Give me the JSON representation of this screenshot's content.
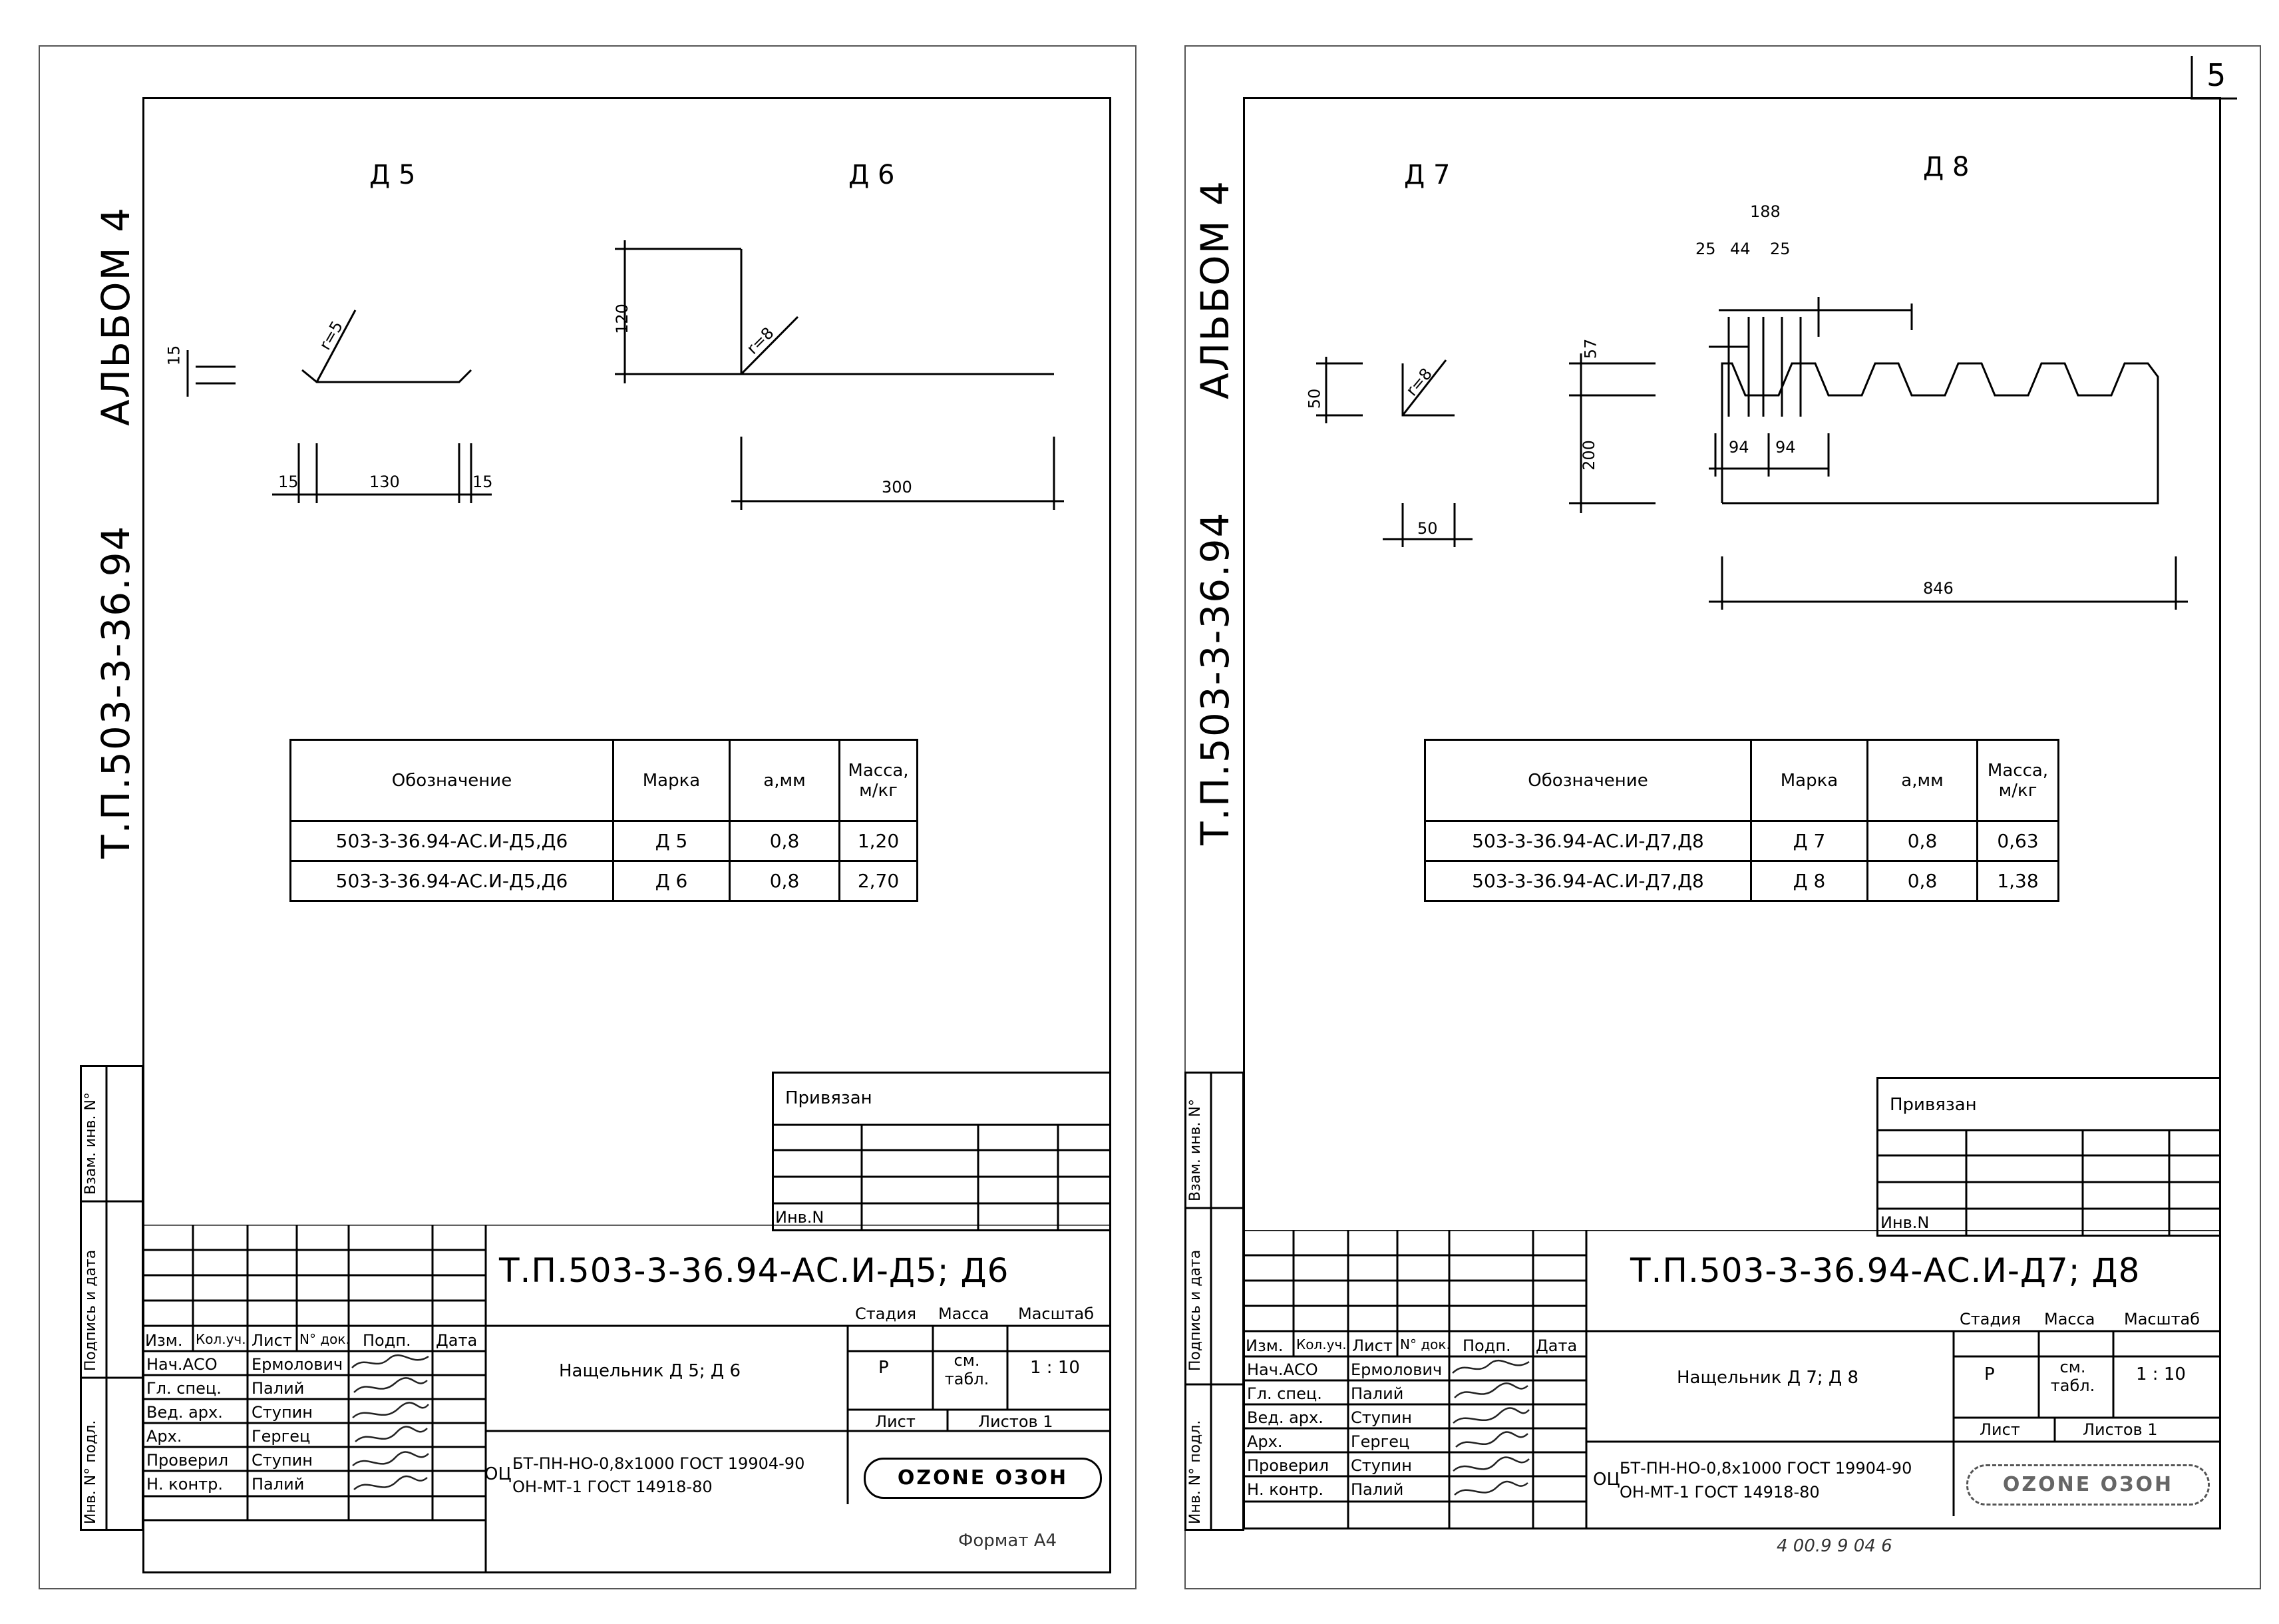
{
  "page_number": "5",
  "format": "Формат А4",
  "archive_code": "4 00.9 9 04 6",
  "left": {
    "album": "АЛЬБОМ 4",
    "project": "Т.П.503-3-36.94",
    "part1_title": "Д 5",
    "part2_title": "Д 6",
    "d5_dims": {
      "thickness": "15",
      "radius": "r=5",
      "w_left": "15",
      "w_mid": "130",
      "w_right": "15"
    },
    "d6_dims": {
      "height": "120",
      "radius": "r=8",
      "width": "300"
    },
    "table": {
      "headers": [
        "Обозначение",
        "Марка",
        "а,мм",
        "Масса, м/кг"
      ],
      "rows": [
        [
          "503-3-36.94-АС.И-Д5,Д6",
          "Д 5",
          "0,8",
          "1,20"
        ],
        [
          "503-3-36.94-АС.И-Д5,Д6",
          "Д 6",
          "0,8",
          "2,70"
        ]
      ]
    },
    "privyazan": "Привязан",
    "inv_n": "Инв.N",
    "side_labels": [
      "Инв. N° подл.",
      "Подпись и дата",
      "Взам. инв. N°"
    ],
    "stamp_code": "Т.П.503-3-36.94-АС.И-Д5; Д6",
    "header_cols": [
      "Изм.",
      "Кол.уч.",
      "Лист",
      "N° док.",
      "Подп.",
      "Дата"
    ],
    "people": [
      [
        "Нач.АСО",
        "Ермолович"
      ],
      [
        "Гл. спец.",
        "Палий"
      ],
      [
        "Вед. арх.",
        "Ступин"
      ],
      [
        "Арх.",
        "Гергец"
      ],
      [
        "Проверил",
        "Ступин"
      ],
      [
        "Н. контр.",
        "Палий"
      ]
    ],
    "name": "Нащельник Д 5; Д 6",
    "stage_headers": [
      "Стадия",
      "Масса",
      "Масштаб"
    ],
    "stage_values": [
      "Р",
      "см. табл.",
      "1 : 10"
    ],
    "sheet": "Лист",
    "sheets": "Листов 1",
    "material_prefix": "ОЦ",
    "material_lines": [
      "БТ-ПН-НО-0,8х1000 ГОСТ 19904-90",
      "ОН-МТ-1 ГОСТ 14918-80"
    ],
    "logo": "OZONE ОЗОН"
  },
  "right": {
    "album": "АЛЬБОМ 4",
    "project": "Т.П.503-3-36.94",
    "part1_title": "Д 7",
    "part2_title": "Д 8",
    "d7_dims": {
      "height": "50",
      "radius": "r=8",
      "width": "50"
    },
    "d8_dims": {
      "total_top": "188",
      "a": "25",
      "b": "44",
      "c": "25",
      "h1": "57",
      "h2": "200",
      "p1": "94",
      "p2": "94",
      "total": "846"
    },
    "table": {
      "headers": [
        "Обозначение",
        "Марка",
        "а,мм",
        "Масса, м/кг"
      ],
      "rows": [
        [
          "503-3-36.94-АС.И-Д7,Д8",
          "Д 7",
          "0,8",
          "0,63"
        ],
        [
          "503-3-36.94-АС.И-Д7,Д8",
          "Д 8",
          "0,8",
          "1,38"
        ]
      ]
    },
    "privyazan": "Привязан",
    "inv_n": "Инв.N",
    "side_labels": [
      "Инв. N° подл.",
      "Подпись и дата",
      "Взам. инв. N°"
    ],
    "stamp_code": "Т.П.503-3-36.94-АС.И-Д7; Д8",
    "header_cols": [
      "Изм.",
      "Кол.уч.",
      "Лист",
      "N° док.",
      "Подп.",
      "Дата"
    ],
    "people": [
      [
        "Нач.АСО",
        "Ермолович"
      ],
      [
        "Гл. спец.",
        "Палий"
      ],
      [
        "Вед. арх.",
        "Ступин"
      ],
      [
        "Арх.",
        "Гергец"
      ],
      [
        "Проверил",
        "Ступин"
      ],
      [
        "Н. контр.",
        "Палий"
      ]
    ],
    "name": "Нащельник Д 7; Д 8",
    "stage_headers": [
      "Стадия",
      "Масса",
      "Масштаб"
    ],
    "stage_values": [
      "Р",
      "см. табл.",
      "1 : 10"
    ],
    "sheet": "Лист",
    "sheets": "Листов 1",
    "material_prefix": "ОЦ",
    "material_lines": [
      "БТ-ПН-НО-0,8х1000 ГОСТ 19904-90",
      "ОН-МТ-1 ГОСТ 14918-80"
    ],
    "logo": "OZONE ОЗОН"
  }
}
